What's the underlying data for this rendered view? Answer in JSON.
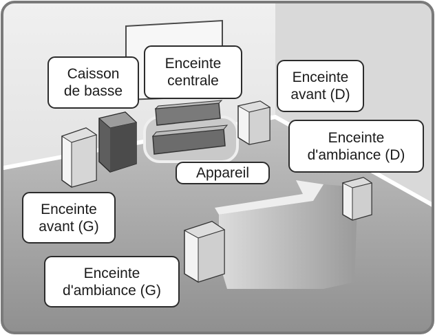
{
  "labels": {
    "subwoofer": {
      "line1": "Caisson",
      "line2": "de basse"
    },
    "center": {
      "line1": "Enceinte",
      "line2": "centrale"
    },
    "front_right": {
      "line1": "Enceinte",
      "line2": "avant (D)"
    },
    "surround_right": {
      "line1": "Enceinte",
      "line2": "d'ambiance (D)"
    },
    "device": {
      "line1": "Appareil"
    },
    "front_left": {
      "line1": "Enceinte",
      "line2": "avant (G)"
    },
    "surround_left": {
      "line1": "Enceinte",
      "line2": "d'ambiance (G)"
    }
  },
  "colors": {
    "frame_border": "#7a7a7a",
    "back_wall": "#e6e6e6",
    "side_wall": "#dcdcdc",
    "floor": "#a9a9a9",
    "speaker_light": "#f4f4f4",
    "speaker_dark": "#6e6e6e",
    "callout_border": "#2b2b2b"
  }
}
